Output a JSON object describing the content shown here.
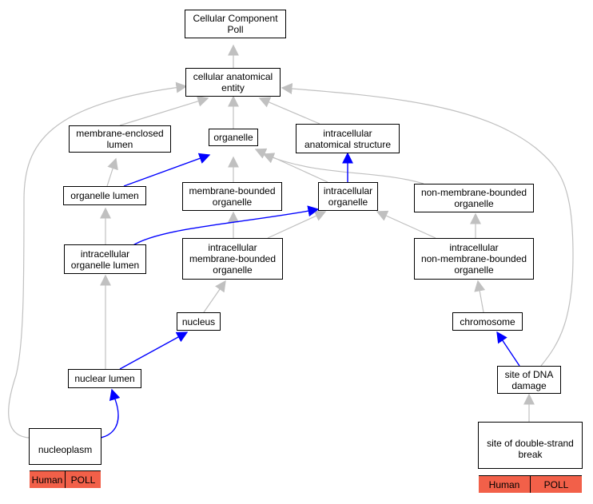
{
  "colors": {
    "is_a_edge": "#c0c0c0",
    "part_of_edge": "#0000ff",
    "annotation_fill": "#f26049",
    "node_border": "#000000"
  },
  "nodes": {
    "root": "Cellular Component\nPoll",
    "cae": "cellular anatomical\nentity",
    "mel": "membrane-enclosed\nlumen",
    "organelle": "organelle",
    "ias": "intracellular\nanatomical structure",
    "ol": "organelle lumen",
    "mbo": "membrane-bounded\norganelle",
    "io": "intracellular\norganelle",
    "nmbo": "non-membrane-bounded\norganelle",
    "iol": "intracellular\norganelle lumen",
    "imbo": "intracellular\nmembrane-bounded\norganelle",
    "inmbo": "intracellular\nnon-membrane-bounded\norganelle",
    "nucleus": "nucleus",
    "chromosome": "chromosome",
    "nl": "nuclear lumen",
    "sdd": "site of DNA\ndamage",
    "np": "nucleoplasm",
    "sdsb": "site of double-strand\nbreak"
  },
  "annotations": {
    "np": {
      "tags": [
        "Human",
        "POLL"
      ]
    },
    "sdsb": {
      "tags": [
        "Human",
        "POLL"
      ]
    }
  }
}
